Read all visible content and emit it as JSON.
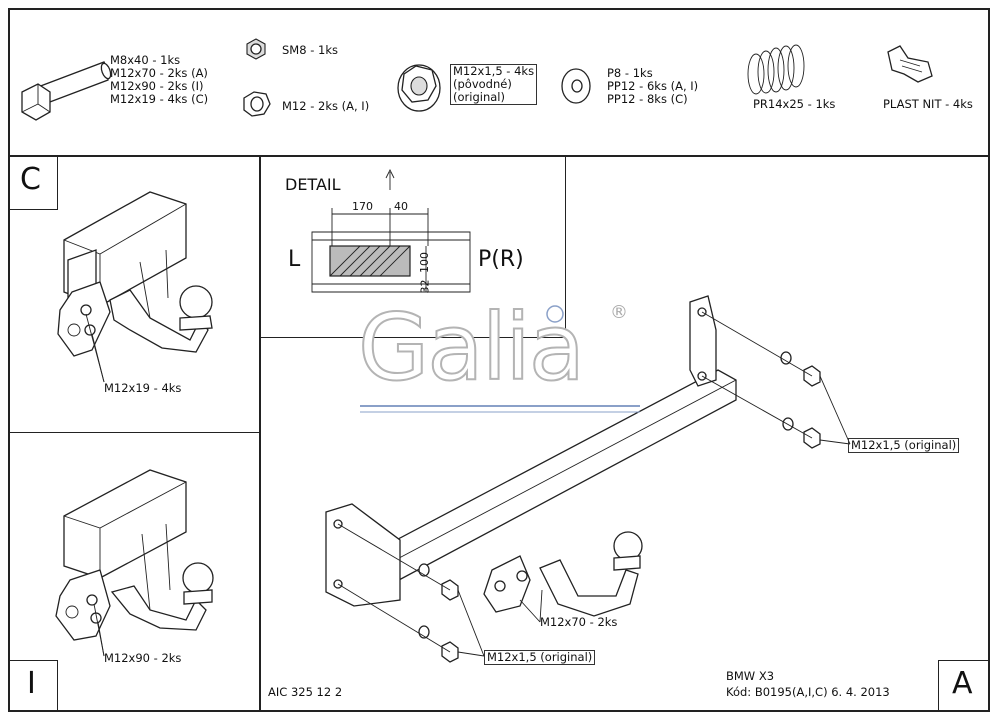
{
  "parts": {
    "bolt": [
      "M8x40 - 1ks",
      "M12x70 - 2ks (A)",
      "M12x90 - 2ks (I)",
      "M12x19 - 4ks (C)"
    ],
    "nut_sm8": "SM8 - 1ks",
    "nut_m12": "M12 - 2ks (A, I)",
    "flange_nut": [
      "M12x1,5 - 4ks",
      "(pôvodné)",
      "(original)"
    ],
    "washer": [
      "P8 - 1ks",
      "PP12 - 6ks (A, I)",
      "PP12 - 8ks (C)"
    ],
    "spring": "PR14x25 - 1ks",
    "plast_nit": "PLAST NIT - 4ks"
  },
  "panels": {
    "c": {
      "letter": "C",
      "label": "M12x19 - 4ks"
    },
    "i": {
      "letter": "I",
      "label": "M12x90 - 2ks"
    },
    "a": {
      "letter": "A",
      "label_a": "M12x70 - 2ks",
      "callout_top": "M12x1,5 (original)",
      "callout_bottom": "M12x1,5 (original)"
    }
  },
  "detail": {
    "title": "DETAIL",
    "dim_170": "170",
    "dim_40": "40",
    "dim_100": "100",
    "dim_32": "32",
    "left": "L",
    "right": "P(R)"
  },
  "logo": {
    "text": "Galia",
    "reg": "®"
  },
  "footer": {
    "code": "AIC 325 12 2",
    "model": "BMW X3",
    "kod": "Kód: B0195(A,I,C)  6. 4. 2013"
  }
}
